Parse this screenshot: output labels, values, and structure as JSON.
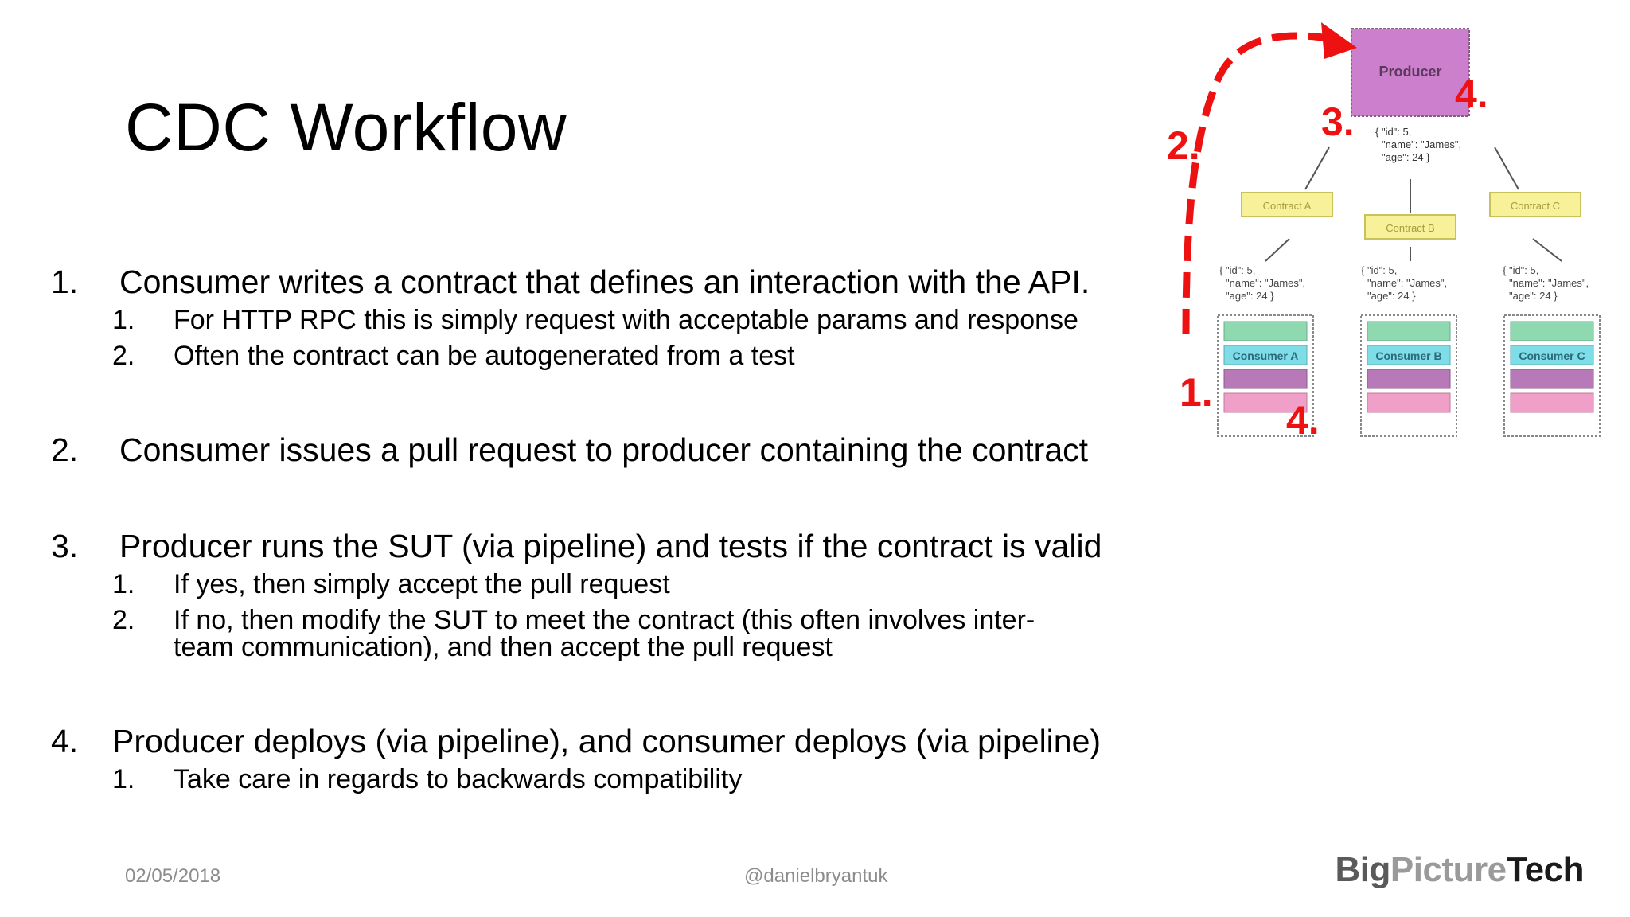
{
  "slide": {
    "title": "CDC Workflow",
    "items": [
      {
        "num": "1.",
        "text": "Consumer writes a contract that defines an interaction with the API.",
        "subs": [
          {
            "num": "1.",
            "text": "For HTTP RPC this is simply request with acceptable params and response"
          },
          {
            "num": "2.",
            "text": "Often the contract can be autogenerated from a test"
          }
        ]
      },
      {
        "num": "2.",
        "text": "Consumer issues a pull request to producer containing the contract",
        "subs": []
      },
      {
        "num": "3.",
        "text": "Producer runs the SUT (via pipeline) and tests if the contract is valid",
        "subs": [
          {
            "num": "1.",
            "text": "If yes, then simply accept the pull request"
          },
          {
            "num": "2.",
            "text": "If no, then modify the SUT to meet the contract (this often involves inter-",
            "text2": "team communication), and then accept the pull request"
          }
        ]
      },
      {
        "num": "4.",
        "text": "Producer deploys (via pipeline), and consumer deploys (via pipeline)",
        "subs": [
          {
            "num": "1.",
            "text": "Take care in regards to backwards compatibility"
          }
        ]
      }
    ],
    "footer": {
      "date": "02/05/2018",
      "handle": "@danielbryantuk"
    },
    "logo": {
      "big": "Big",
      "picture": "Picture",
      "tech": "Tech"
    }
  },
  "diagram": {
    "producer_label": "Producer",
    "producer_json": [
      "{ \"id\": 5,",
      "\"name\": \"James\",",
      "\"age\": 24 }"
    ],
    "contracts": [
      "Contract A",
      "Contract B",
      "Contract C"
    ],
    "consumer_json": [
      "{ \"id\": 5,",
      "\"name\": \"James\",",
      "\"age\": 24 }"
    ],
    "consumers": [
      "Consumer A",
      "Consumer B",
      "Consumer C"
    ],
    "step_labels": {
      "one": "1.",
      "two": "2.",
      "three": "3.",
      "four_top": "4.",
      "four_bottom": "4."
    },
    "colors": {
      "producer": "#cc7fcc",
      "contract": "#f7f29a",
      "arrow": "#ee1111",
      "green": "#8fd9b0",
      "cyan": "#7fdde8",
      "purple": "#b779b8",
      "pink": "#f0a0c8"
    }
  }
}
